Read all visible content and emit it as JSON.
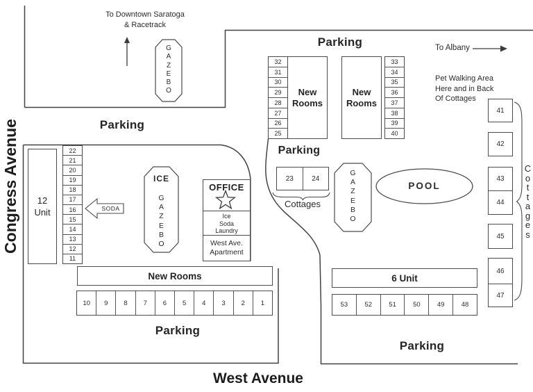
{
  "colors": {
    "background": "#ffffff",
    "line": "#424242",
    "text": "#2b2b2b"
  },
  "streets": {
    "left": "Congress Avenue",
    "bottom": "West Avenue"
  },
  "directions": {
    "downtown": "To Downtown Saratoga\n& Racetrack",
    "albany": "To Albany"
  },
  "notes": {
    "pet_walking": "Pet Walking Area\nHere and in Back\nOf Cottages"
  },
  "labels": {
    "parking": "Parking",
    "pool": "POOL",
    "soda": "SODA",
    "ice": "ICE",
    "gazebo_vertical": "G\nA\nZ\nE\nB\nO",
    "unit12": "12\nUnit",
    "unit6": "6 Unit",
    "new_rooms_stacked": "New\nRooms",
    "new_rooms": "New Rooms",
    "cottages": "Cottages",
    "cottages_vertical": "C\no\nt\nt\na\ng\ne\ns"
  },
  "office": {
    "title": "OFFICE",
    "services": "Ice\nSoda\nLaundry",
    "apartment": "West Ave.\nApartment"
  },
  "rooms": {
    "col_22_11": [
      "22",
      "21",
      "20",
      "19",
      "18",
      "17",
      "16",
      "15",
      "14",
      "13",
      "12",
      "11"
    ],
    "row_10_1": [
      "10",
      "9",
      "8",
      "7",
      "6",
      "5",
      "4",
      "3",
      "2",
      "1"
    ],
    "col_32_25": [
      "32",
      "31",
      "30",
      "29",
      "28",
      "27",
      "26",
      "25"
    ],
    "col_33_40": [
      "33",
      "34",
      "35",
      "36",
      "37",
      "38",
      "39",
      "40"
    ],
    "cottages_23_24": [
      "23",
      "24"
    ],
    "row_53_48": [
      "53",
      "52",
      "51",
      "50",
      "49",
      "48"
    ],
    "cottages_41_47": [
      "41",
      "42",
      "43",
      "44",
      "45",
      "46",
      "47"
    ]
  }
}
